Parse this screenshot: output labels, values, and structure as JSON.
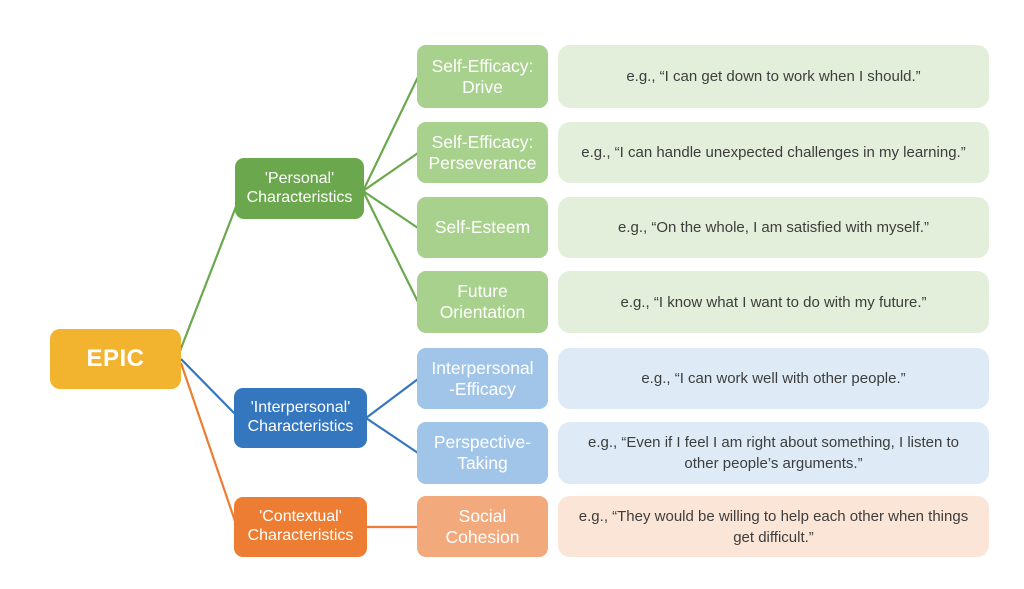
{
  "colors": {
    "root_fill": "#F2B32F",
    "personal_fill": "#6BA84D",
    "personal_child_fill": "#A9D18E",
    "personal_example_fill": "#E3EFDA",
    "interpersonal_fill": "#3577BE",
    "interpersonal_child_fill": "#A0C5E8",
    "interpersonal_example_fill": "#DEEBF7",
    "contextual_fill": "#EC7D33",
    "contextual_child_fill": "#F2AA7D",
    "contextual_example_fill": "#FBE5D6",
    "connector_green": "#6BA84D",
    "connector_blue": "#3577BE",
    "connector_orange": "#EC7D33",
    "example_text": "#3d3d3d",
    "node_text": "#ffffff"
  },
  "diagram": {
    "root": {
      "label": "EPIC"
    },
    "branches": [
      {
        "label": "'Personal'\nCharacteristics",
        "children": [
          {
            "label": "Self-Efficacy:\nDrive",
            "example": "e.g., “I can get down to work when I should.”"
          },
          {
            "label": "Self-Efficacy:\nPerseverance",
            "example": "e.g., “I can handle unexpected challenges in my learning.”"
          },
          {
            "label": "Self-Esteem",
            "example": "e.g., “On the whole, I am satisfied with myself.”"
          },
          {
            "label": "Future\nOrientation",
            "example": "e.g., “I know what I want to do with my future.”"
          }
        ]
      },
      {
        "label": "'Interpersonal'\nCharacteristics",
        "children": [
          {
            "label": "Interpersonal\n-Efficacy",
            "example": "e.g., “I can work well with other people.”"
          },
          {
            "label": "Perspective-\nTaking",
            "example": "e.g., “Even if I feel I am right about something, I listen to other people’s arguments.”"
          }
        ]
      },
      {
        "label": "'Contextual'\nCharacteristics",
        "children": [
          {
            "label": "Social\nCohesion",
            "example": "e.g., “They would be willing to help each other when things get difficult.”"
          }
        ]
      }
    ]
  }
}
